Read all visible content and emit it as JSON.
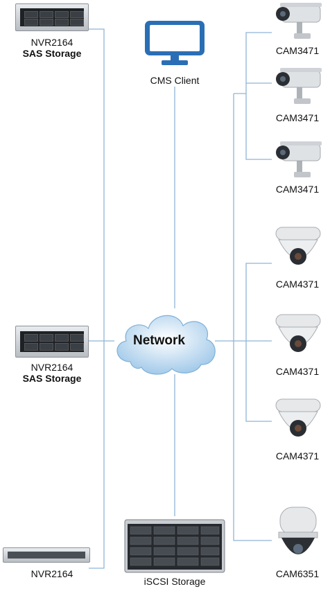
{
  "devices": {
    "nvr_top": {
      "name": "NVR2164",
      "sub": "SAS Storage"
    },
    "nvr_mid": {
      "name": "NVR2164",
      "sub": "SAS Storage"
    },
    "nvr_bottom": {
      "name": "NVR2164"
    },
    "cms_client": {
      "name": "CMS Client"
    },
    "network": {
      "name": "Network"
    },
    "iscsi": {
      "name": "iSCSI Storage"
    },
    "cameras": [
      {
        "name": "CAM3471"
      },
      {
        "name": "CAM3471"
      },
      {
        "name": "CAM3471"
      },
      {
        "name": "CAM4371"
      },
      {
        "name": "CAM4371"
      },
      {
        "name": "CAM4371"
      },
      {
        "name": "CAM6351"
      }
    ]
  },
  "colors": {
    "wire": "#8fb5d6",
    "monitor": "#2a6fb5",
    "cloud": "#cfe2f2"
  }
}
